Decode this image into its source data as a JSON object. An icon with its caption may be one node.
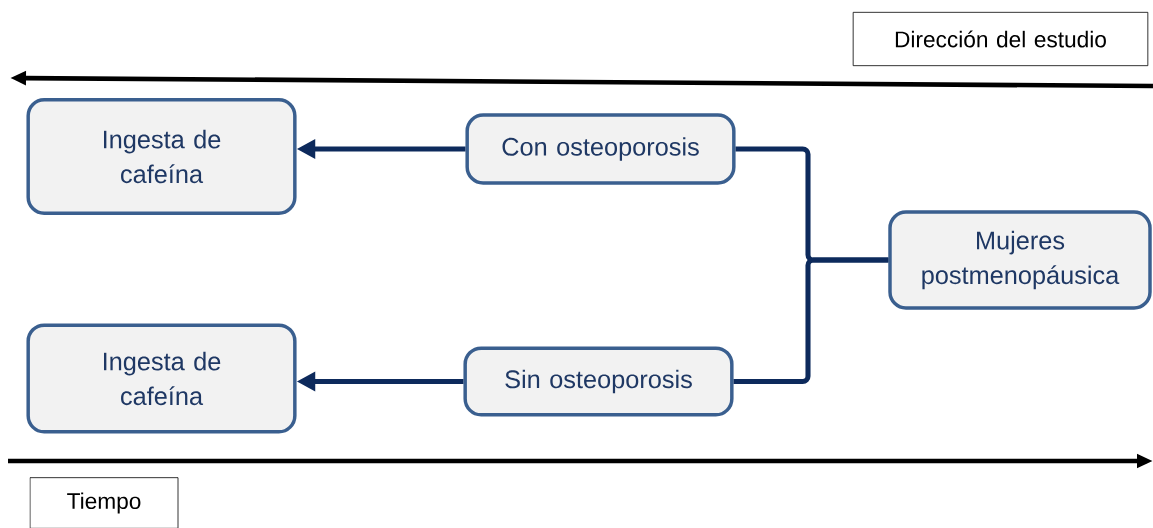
{
  "diagram": {
    "nodes": [
      {
        "text": [
          "Dirección del estudio"
        ]
      },
      {
        "text": [
          "Ingesta de cafeína"
        ]
      },
      {
        "text": [
          "Con osteoporosis"
        ]
      },
      {
        "text": [
          "Mujeres postmenopáusica"
        ]
      },
      {
        "text": [
          "Ingesta de cafeína"
        ]
      },
      {
        "text": [
          "Sin osteoporosis"
        ]
      },
      {
        "text": [
          "Tiempo"
        ]
      }
    ],
    "edges": [
      {
        "from": 2,
        "to": 1,
        "arrow": "to"
      },
      {
        "from": 3,
        "to": 2,
        "arrow": "none"
      },
      {
        "from": 5,
        "to": 4,
        "arrow": "to"
      },
      {
        "from": 3,
        "to": 5,
        "arrow": "none"
      }
    ]
  }
}
